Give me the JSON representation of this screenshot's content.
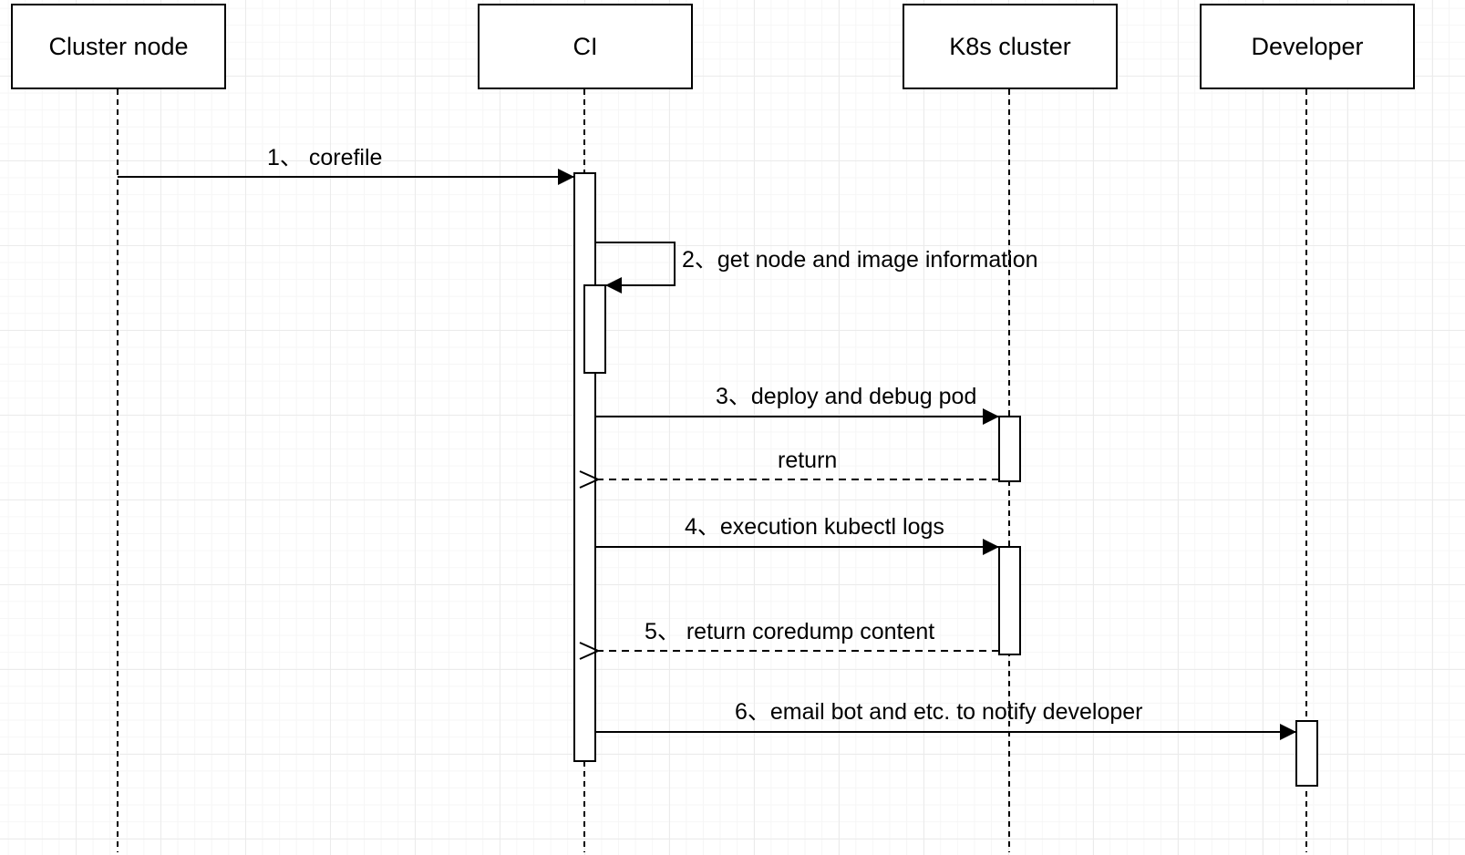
{
  "colors": {
    "line": "#000000",
    "grid_major": "#ebebeb",
    "grid_minor": "#f6f6f6",
    "background": "#ffffff"
  },
  "actors": [
    {
      "id": "cluster_node",
      "label": "Cluster node"
    },
    {
      "id": "ci",
      "label": "CI"
    },
    {
      "id": "k8s_cluster",
      "label": "K8s cluster"
    },
    {
      "id": "developer",
      "label": "Developer"
    }
  ],
  "messages": [
    {
      "id": "m1",
      "label": "1、 corefile",
      "from": "cluster_node",
      "to": "ci",
      "style": "solid"
    },
    {
      "id": "m2",
      "label": "2、get node and image information",
      "from": "ci",
      "to": "ci",
      "style": "self"
    },
    {
      "id": "m3",
      "label": "3、deploy and debug pod",
      "from": "ci",
      "to": "k8s_cluster",
      "style": "solid"
    },
    {
      "id": "m4",
      "label": "return",
      "from": "k8s_cluster",
      "to": "ci",
      "style": "dashed"
    },
    {
      "id": "m5",
      "label": "4、execution kubectl logs",
      "from": "ci",
      "to": "k8s_cluster",
      "style": "solid"
    },
    {
      "id": "m6",
      "label": "5、 return coredump content",
      "from": "k8s_cluster",
      "to": "ci",
      "style": "dashed"
    },
    {
      "id": "m7",
      "label": "6、email bot and etc. to notify developer",
      "from": "ci",
      "to": "developer",
      "style": "solid"
    }
  ]
}
